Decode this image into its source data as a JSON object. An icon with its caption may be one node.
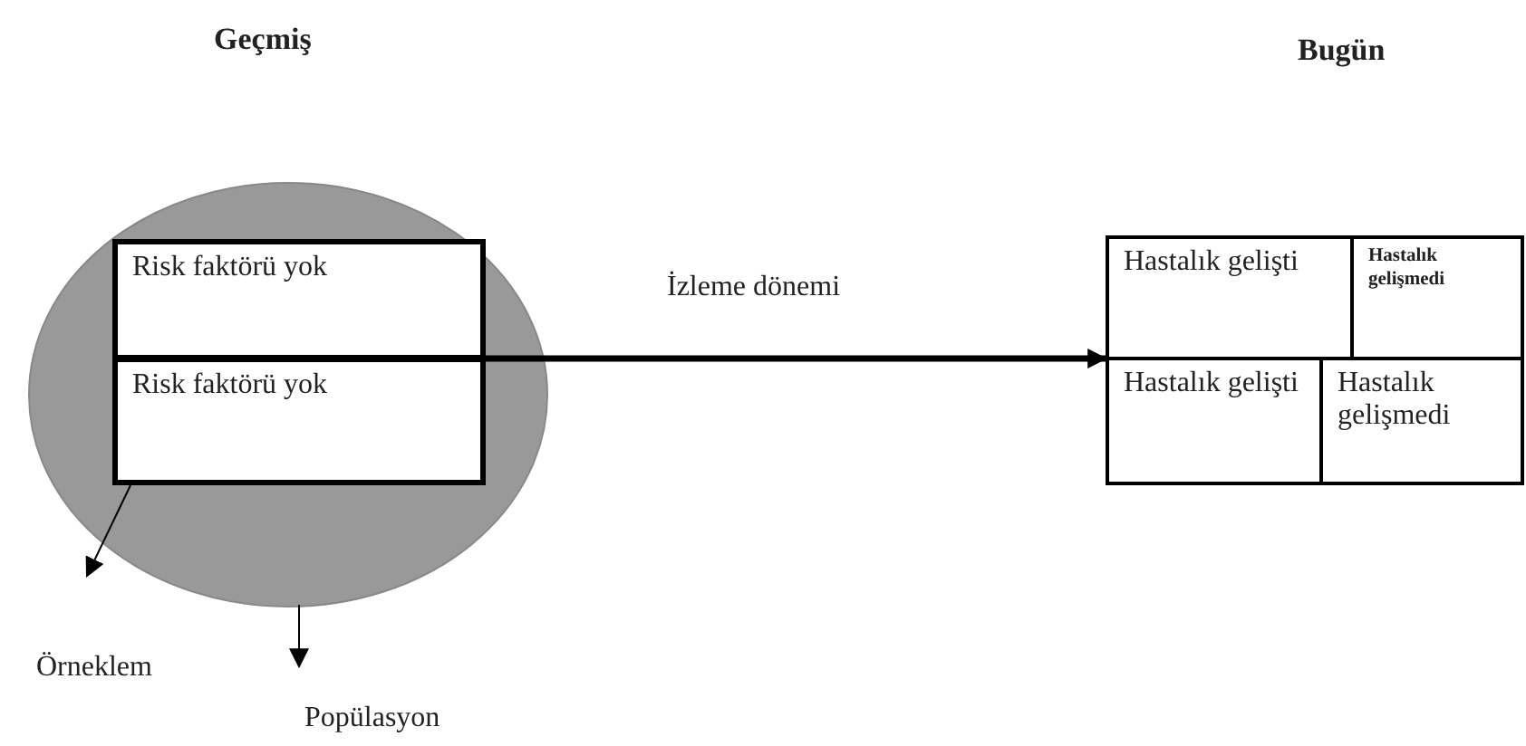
{
  "diagram": {
    "nodes": [
      {
        "text": [],
        "shape": "circle"
      },
      {
        "text": [
          "Risk faktörü yok"
        ],
        "in": 0
      },
      {
        "text": [
          "Risk faktörü yok"
        ],
        "in": 0
      },
      {
        "text": [
          "Hastalık gelişti"
        ]
      },
      {
        "text": [
          "Hastalık gelişmedi"
        ]
      },
      {
        "text": [
          "Hastalık gelişti"
        ]
      },
      {
        "text": [
          "Hastalık gelişmedi"
        ]
      },
      {
        "text": [
          "Örneklem"
        ]
      },
      {
        "text": [
          "Popülasyon"
        ]
      }
    ],
    "edges": [
      {
        "from": 1,
        "to": 3,
        "arrow": "to",
        "label": "İzleme dönemi",
        "style": "thick"
      },
      {
        "from": 2,
        "to": 7,
        "arrow": "to"
      },
      {
        "from": 0,
        "to": 8,
        "arrow": "to"
      }
    ],
    "labels": [
      "Geçmiş",
      "Bugün"
    ]
  }
}
